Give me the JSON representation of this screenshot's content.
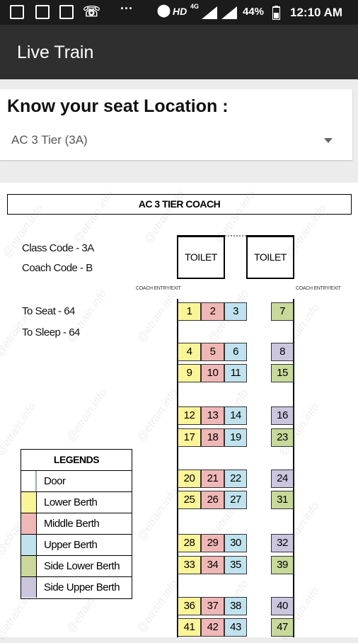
{
  "status_bar": {
    "network": "HD",
    "signal_type": "4G",
    "battery": "44%",
    "time": "12:10 AM"
  },
  "app_bar": {
    "title": "Live Train"
  },
  "selector": {
    "heading": "Know your seat Location :",
    "selected_class": "AC 3 Tier (3A)"
  },
  "diagram": {
    "header": "AC 3 TIER COACH",
    "class_code": "Class Code - 3A",
    "coach_code": "Coach Code - B",
    "to_seat": "To Seat - 64",
    "to_sleep": "To Sleep - 64",
    "toilet_label": "TOILET",
    "entry_label": "COACH ENTRY/EXIT",
    "watermark": "@etrain.info",
    "colors": {
      "lower": "#fbf597",
      "middle": "#f0b7b7",
      "upper": "#bfe2ee",
      "side_lower": "#c8d99b",
      "side_upper": "#cbc6de"
    },
    "legend": {
      "title": "LEGENDS",
      "items": [
        "Door",
        "Lower Berth",
        "Middle Berth",
        "Upper Berth",
        "Side Lower Berth",
        "Side Upper Berth"
      ]
    },
    "main_rows": [
      [
        "1",
        "2",
        "3"
      ],
      [
        "4",
        "5",
        "6"
      ],
      [
        "9",
        "10",
        "11"
      ],
      [
        "12",
        "13",
        "14"
      ],
      [
        "17",
        "18",
        "19"
      ],
      [
        "20",
        "21",
        "22"
      ],
      [
        "25",
        "26",
        "27"
      ],
      [
        "28",
        "29",
        "30"
      ],
      [
        "33",
        "34",
        "35"
      ],
      [
        "36",
        "37",
        "38"
      ],
      [
        "41",
        "42",
        "43"
      ]
    ],
    "side_seats": [
      "7",
      "8",
      "15",
      "16",
      "23",
      "24",
      "31",
      "32",
      "39",
      "40",
      "47"
    ]
  }
}
